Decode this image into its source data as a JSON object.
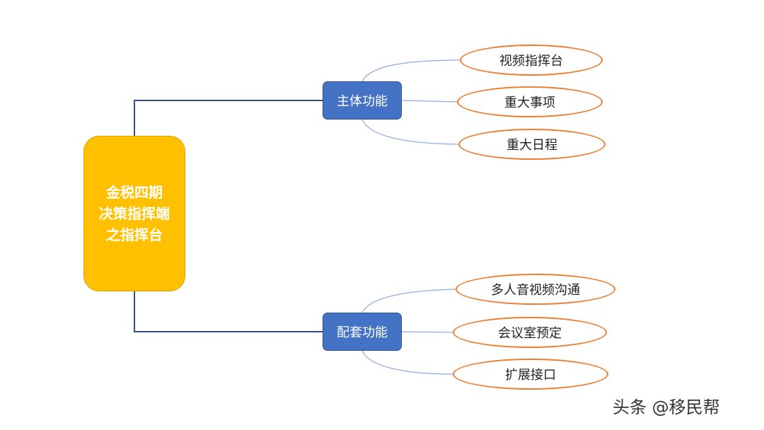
{
  "root": {
    "lines": [
      "金税四期",
      "决策指挥端",
      "之指挥台"
    ]
  },
  "branches": [
    {
      "label": "主体功能",
      "leaves": [
        "视频指挥台",
        "重大事项",
        "重大日程"
      ]
    },
    {
      "label": "配套功能",
      "leaves": [
        "多人音视频沟通",
        "会议室预定",
        "扩展接口"
      ]
    }
  ],
  "watermark": "头条 @移民帮",
  "colors": {
    "root_fill": "#ffc000",
    "branch_fill": "#4472c4",
    "leaf_border": "#ed7d31",
    "trunk_line": "#2f528f",
    "leaf_line": "#8faadc"
  }
}
